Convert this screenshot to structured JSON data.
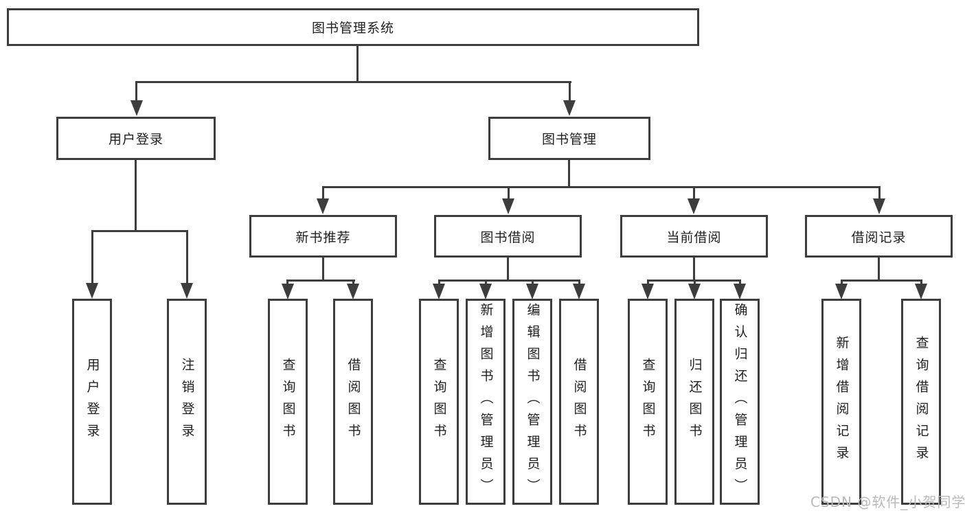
{
  "colors": {
    "line": "#3d3d3d",
    "box_border": "#3d3d3d",
    "text": "#1f1f1f",
    "watermark": "#b9b9b9",
    "background": "#ffffff"
  },
  "tree": {
    "root": {
      "label": "图书管理系统"
    },
    "user_login": {
      "label": "用户登录",
      "children": [
        "用户登录",
        "注销登录"
      ]
    },
    "book_management": {
      "label": "图书管理",
      "groups": [
        {
          "label": "新书推荐",
          "children": [
            "查询图书",
            "借阅图书"
          ]
        },
        {
          "label": "图书借阅",
          "children": [
            "查询图书",
            "新增图书（管理员）",
            "编辑图书（管理员）",
            "借阅图书"
          ]
        },
        {
          "label": "当前借阅",
          "children": [
            "查询图书",
            "归还图书",
            "确认归还（管理员）"
          ]
        },
        {
          "label": "借阅记录",
          "children": [
            "新增借阅记录",
            "查询借阅记录"
          ]
        }
      ]
    }
  },
  "watermark": "CSDN @软件_小贺同学"
}
